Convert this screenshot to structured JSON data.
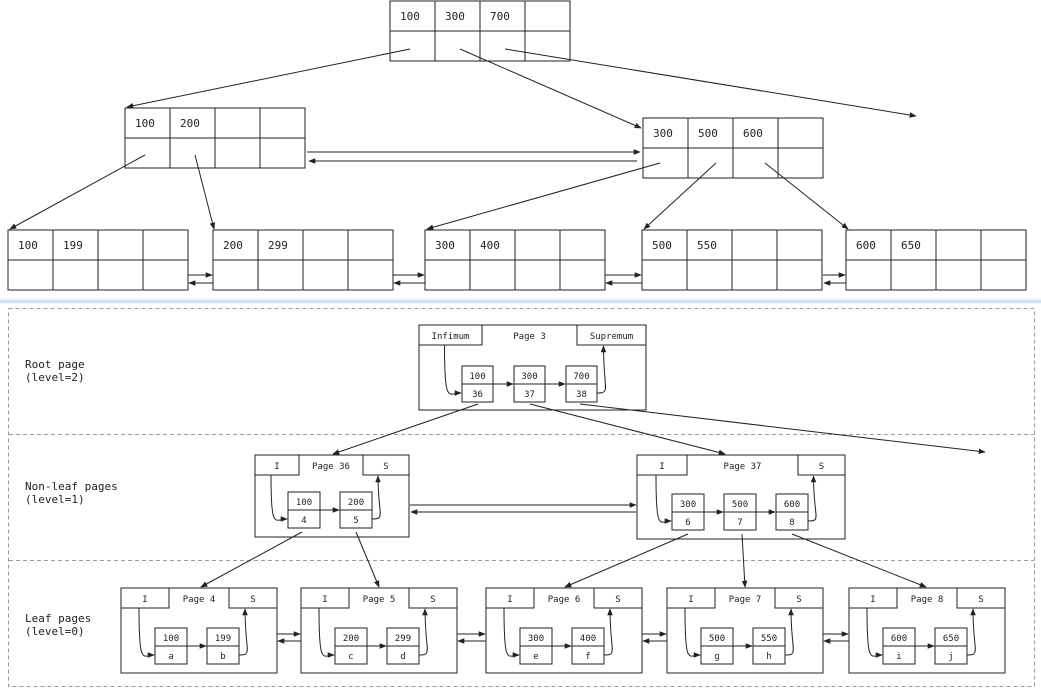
{
  "colors": {
    "line": "#222222",
    "dashed_border": "#9a9a9a",
    "divider": "#c7d9ef"
  },
  "top_tree": {
    "root": {
      "keys": [
        "100",
        "300",
        "700",
        ""
      ]
    },
    "internal": [
      {
        "keys": [
          "100",
          "200",
          "",
          ""
        ]
      },
      {
        "keys": [
          "300",
          "500",
          "600",
          ""
        ]
      }
    ],
    "leaves": [
      {
        "keys": [
          "100",
          "199",
          "",
          ""
        ]
      },
      {
        "keys": [
          "200",
          "299",
          "",
          ""
        ]
      },
      {
        "keys": [
          "300",
          "400",
          "",
          ""
        ]
      },
      {
        "keys": [
          "500",
          "550",
          "",
          ""
        ]
      },
      {
        "keys": [
          "600",
          "650",
          "",
          ""
        ]
      }
    ]
  },
  "bottom": {
    "levels": [
      {
        "label_line1": "Root page",
        "label_line2": "(level=2)"
      },
      {
        "label_line1": "Non-leaf pages",
        "label_line2": "(level=1)"
      },
      {
        "label_line1": "Leaf pages",
        "label_line2": "(level=0)"
      }
    ],
    "root_page": {
      "infimum": "Infimum",
      "title": "Page 3",
      "supremum": "Supremum",
      "records": [
        {
          "key": "100",
          "val": "36"
        },
        {
          "key": "300",
          "val": "37"
        },
        {
          "key": "700",
          "val": "38"
        }
      ]
    },
    "nonleaf_pages": [
      {
        "left": "I",
        "title": "Page 36",
        "right": "S",
        "records": [
          {
            "key": "100",
            "val": "4"
          },
          {
            "key": "200",
            "val": "5"
          }
        ]
      },
      {
        "left": "I",
        "title": "Page 37",
        "right": "S",
        "records": [
          {
            "key": "300",
            "val": "6"
          },
          {
            "key": "500",
            "val": "7"
          },
          {
            "key": "600",
            "val": "8"
          }
        ]
      }
    ],
    "leaf_pages": [
      {
        "left": "I",
        "title": "Page 4",
        "right": "S",
        "records": [
          {
            "key": "100",
            "val": "a"
          },
          {
            "key": "199",
            "val": "b"
          }
        ]
      },
      {
        "left": "I",
        "title": "Page 5",
        "right": "S",
        "records": [
          {
            "key": "200",
            "val": "c"
          },
          {
            "key": "299",
            "val": "d"
          }
        ]
      },
      {
        "left": "I",
        "title": "Page 6",
        "right": "S",
        "records": [
          {
            "key": "300",
            "val": "e"
          },
          {
            "key": "400",
            "val": "f"
          }
        ]
      },
      {
        "left": "I",
        "title": "Page 7",
        "right": "S",
        "records": [
          {
            "key": "500",
            "val": "g"
          },
          {
            "key": "550",
            "val": "h"
          }
        ]
      },
      {
        "left": "I",
        "title": "Page 8",
        "right": "S",
        "records": [
          {
            "key": "600",
            "val": "i"
          },
          {
            "key": "650",
            "val": "j"
          }
        ]
      }
    ]
  }
}
